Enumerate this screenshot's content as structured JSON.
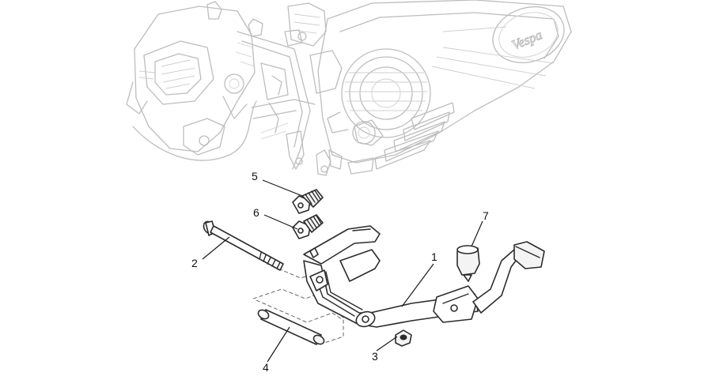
{
  "engine": {
    "logo": "Vespa"
  },
  "callouts": [
    {
      "number": "1",
      "part": "center-stand"
    },
    {
      "number": "2",
      "part": "pivot-bolt"
    },
    {
      "number": "3",
      "part": "nut"
    },
    {
      "number": "4",
      "part": "spacer-bushing"
    },
    {
      "number": "5",
      "part": "spring-upper"
    },
    {
      "number": "6",
      "part": "spring-lower"
    },
    {
      "number": "7",
      "part": "rubber-stopper"
    }
  ]
}
